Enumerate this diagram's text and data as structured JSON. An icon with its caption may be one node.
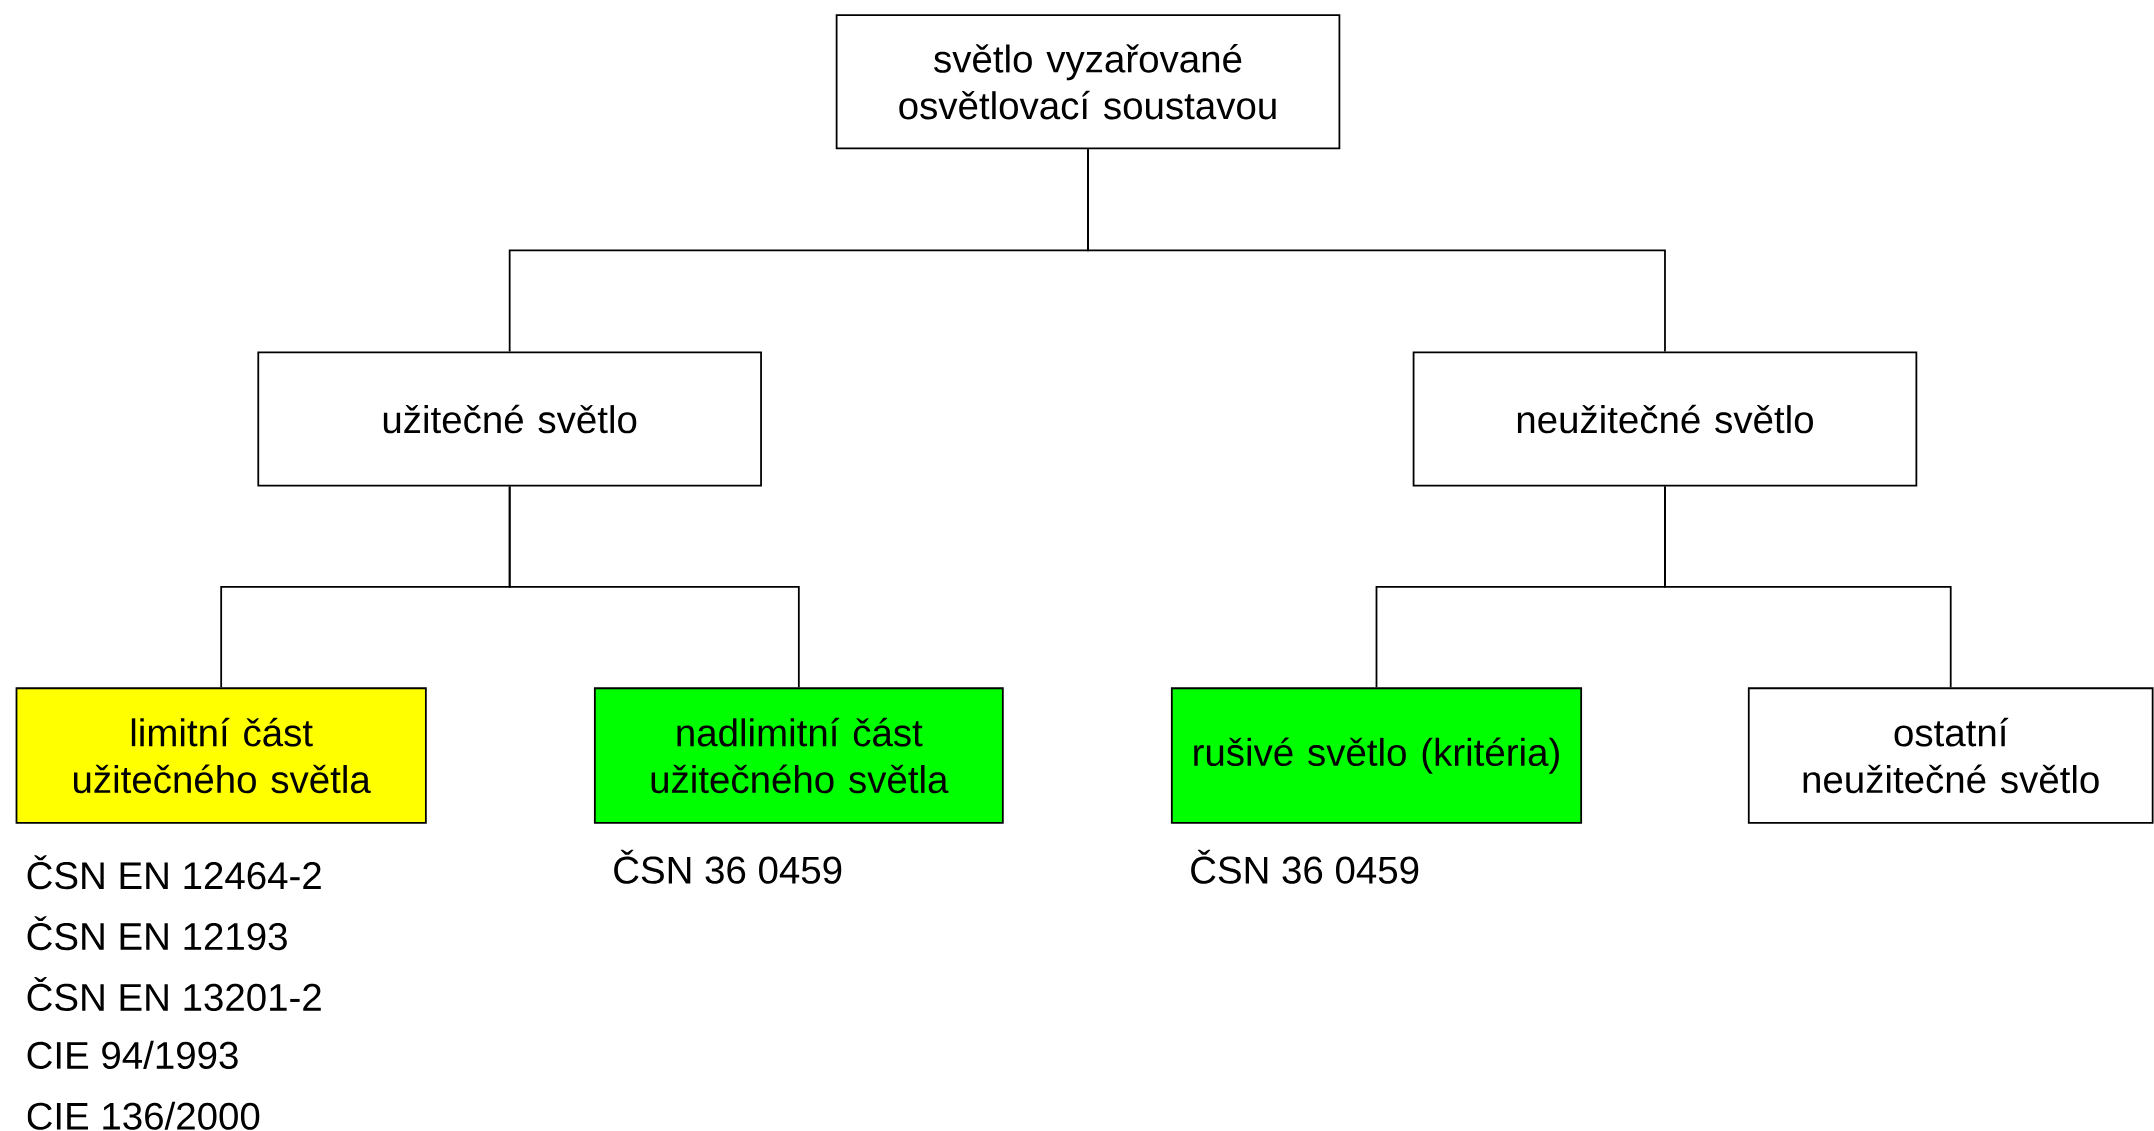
{
  "diagram": {
    "nodes": [
      {
        "text": [
          "světlo vyzařované osvětlovací soustavou"
        ]
      },
      {
        "text": [
          "užitečné světlo"
        ]
      },
      {
        "text": [
          "neužitečné světlo"
        ]
      },
      {
        "text": [
          "limitní část užitečného světla"
        ],
        "beside": [
          "ČSN EN 12464-2",
          "ČSN EN 12193",
          "ČSN EN 13201-2",
          "CIE 94/1993",
          "CIE 136/2000"
        ]
      },
      {
        "text": [
          "nadlimitní část užitečného světla"
        ],
        "beside": [
          "ČSN 36 0459"
        ]
      },
      {
        "text": [
          "rušivé světlo (kritéria)"
        ],
        "beside": [
          "ČSN 36 0459"
        ]
      },
      {
        "text": [
          "ostatní neužitečné světlo"
        ]
      }
    ],
    "edges": [
      {
        "from": 0,
        "to": 1,
        "arrow": "none"
      },
      {
        "from": 0,
        "to": 2,
        "arrow": "none"
      },
      {
        "from": 1,
        "to": 3,
        "arrow": "none"
      },
      {
        "from": 1,
        "to": 4,
        "arrow": "none"
      },
      {
        "from": 2,
        "to": 5,
        "arrow": "none"
      },
      {
        "from": 2,
        "to": 6,
        "arrow": "none"
      }
    ]
  }
}
